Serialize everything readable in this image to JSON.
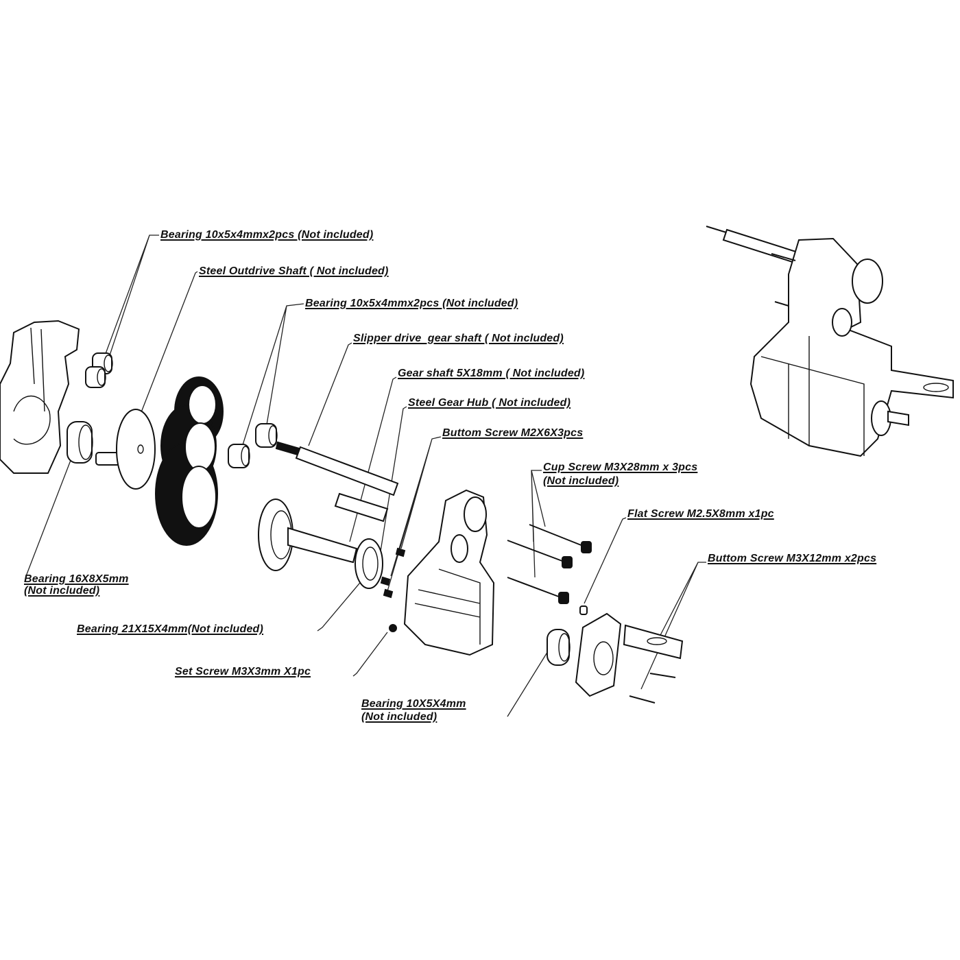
{
  "diagram": {
    "type": "exploded-assembly",
    "labels": [
      {
        "id": "bearing-outer",
        "lines": [
          "Bearing 10x5x4mmx2pcs (Not included)"
        ]
      },
      {
        "id": "outdrive-shaft",
        "lines": [
          "Steel Outdrive Shaft ( Not included)"
        ]
      },
      {
        "id": "bearing-inner",
        "lines": [
          "Bearing 10x5x4mmx2pcs (Not included)"
        ]
      },
      {
        "id": "slipper-shaft",
        "lines": [
          "Slipper drive  gear shaft ( Not included)"
        ]
      },
      {
        "id": "gear-shaft",
        "lines": [
          "Gear shaft 5X18mm ( Not included)"
        ]
      },
      {
        "id": "gear-hub",
        "lines": [
          "Steel Gear Hub ( Not included)"
        ]
      },
      {
        "id": "buttom-screw-m2",
        "lines": [
          "Buttom Screw M2X6X3pcs"
        ]
      },
      {
        "id": "cup-screw",
        "lines": [
          "Cup Screw M3X28mm x 3pcs",
          "(Not included)"
        ]
      },
      {
        "id": "flat-screw",
        "lines": [
          "Flat Screw M2.5X8mm x1pc"
        ]
      },
      {
        "id": "buttom-screw-m3",
        "lines": [
          "Buttom Screw M3X12mm x2pcs"
        ]
      },
      {
        "id": "bearing-16",
        "lines": [
          "Bearing 16X8X5mm",
          "(Not included)"
        ]
      },
      {
        "id": "bearing-21",
        "lines": [
          "Bearing 21X15X4mm(Not included)"
        ]
      },
      {
        "id": "set-screw",
        "lines": [
          "Set Screw M3X3mm X1pc"
        ]
      },
      {
        "id": "bearing-10-mount",
        "lines": [
          "Bearing 10X5X4mm",
          "(Not included)"
        ]
      }
    ]
  }
}
